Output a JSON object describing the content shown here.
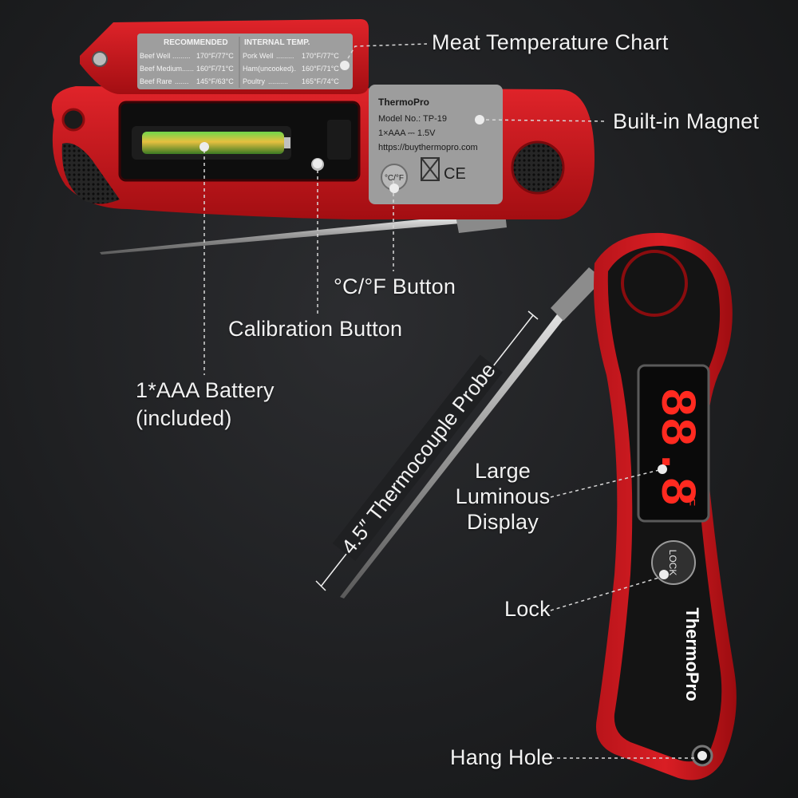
{
  "callouts": {
    "meat_chart": "Meat Temperature Chart",
    "magnet": "Built-in Magnet",
    "cf_button": "°C/°F Button",
    "calibration": "Calibration Button",
    "battery_line1": "1*AAA Battery",
    "battery_line2": "(included)",
    "probe": "4.5″ Thermocouple Probe",
    "display_line1": "Large",
    "display_line2": "Luminous",
    "display_line3": "Display",
    "lock": "Lock",
    "hang_hole": "Hang Hole"
  },
  "temp_chart": {
    "header_left": "RECOMMENDED",
    "header_right": "INTERNAL TEMP.",
    "rows_left": [
      {
        "name": "Beef Well",
        "dots": ".........",
        "value": "170°F/77°C"
      },
      {
        "name": "Beef Medium",
        "dots": "......",
        "value": "160°F/71°C"
      },
      {
        "name": "Beef Rare",
        "dots": ".......",
        "value": "145°F/63°C"
      }
    ],
    "rows_right": [
      {
        "name": "Pork Well",
        "dots": ".........",
        "value": "170°F/77°C"
      },
      {
        "name": "Ham(uncooked)",
        "dots": "..",
        "value": "160°F/71°C"
      },
      {
        "name": "Poultry",
        "dots": "..........",
        "value": "165°F/74°C"
      }
    ]
  },
  "label_plate": {
    "brand": "ThermoPro",
    "model": "Model No.: TP-19",
    "power": "1×AAA ⎓ 1.5V",
    "url": "https://buythermopro.com",
    "cf_button_text": "°C/°F",
    "ce_mark": "CE"
  },
  "device": {
    "brand_vertical": "ThermoPro",
    "display_reading": "88.8",
    "display_unit": "°F",
    "lock_text": "LOCK"
  },
  "colors": {
    "body_red": "#c81418",
    "inner_black": "#151515",
    "display_red": "#ff2a20"
  }
}
